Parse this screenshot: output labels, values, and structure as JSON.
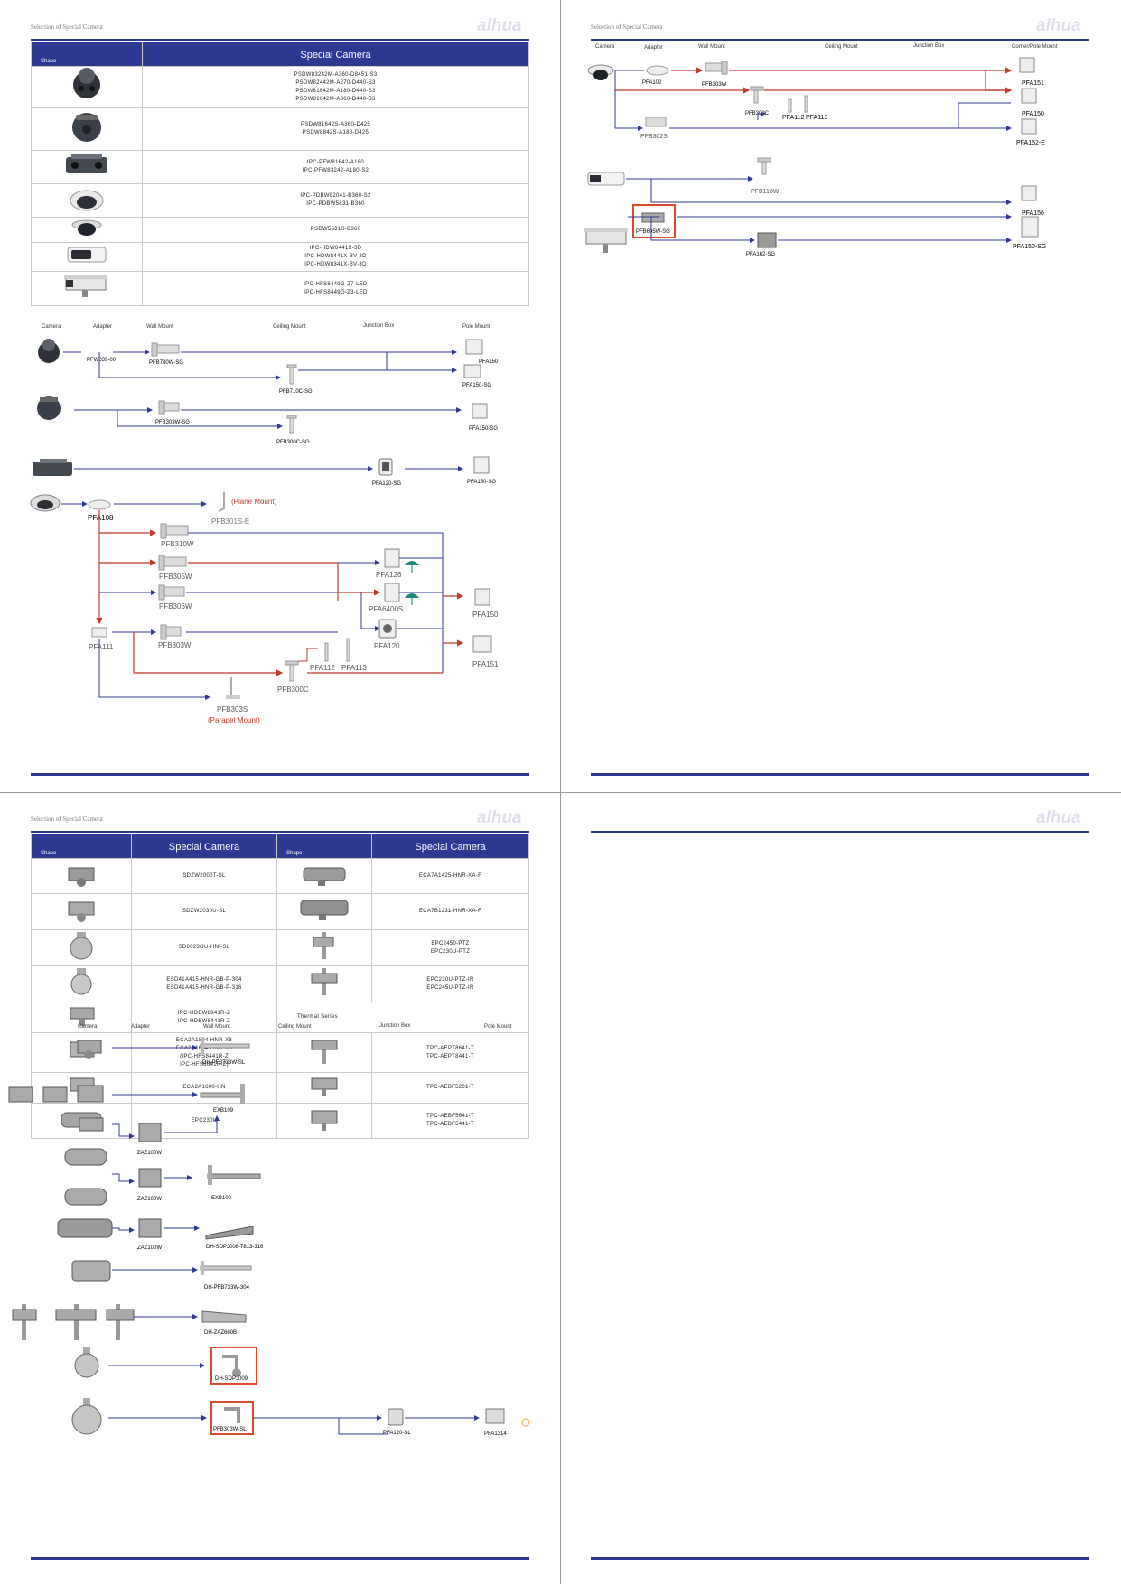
{
  "brand": {
    "logo_text": "alhua",
    "header_text": "Selection of Special Camera"
  },
  "page1": {
    "table_title": "Special Camera",
    "shape_label": "Shape",
    "rows": [
      {
        "models": [
          "PSDW83242M-A360-D8451-S3",
          "PSDW82442M-A270-D440-S3",
          "PSDW81642M-A180-D440-S3",
          "PSDW81642M-A360-D440-S3"
        ]
      },
      {
        "models": [
          "PSDW81642S-A360-D425",
          "PSDW8842S-A180-D425"
        ]
      },
      {
        "models": [
          "IPC-PFW81642-A180",
          "IPC-PFW83242-A180-S2"
        ]
      },
      {
        "models": [
          "IPC-PDBW82041-B360-S2",
          "IPC-PDBW5831-B360"
        ]
      },
      {
        "models": [
          "PSDW5631S-B360"
        ]
      },
      {
        "models": [
          "IPC-HDW8441X-3D",
          "IPC-HDW8441X-BV-3D",
          "IPC-HDW8341X-BV-3D"
        ]
      },
      {
        "models": [
          "IPC-HFS8449G-Z7-LED",
          "IPC-HFS8449G-Z3-LED"
        ]
      }
    ],
    "columns": [
      "Camera",
      "Adapter",
      "Wall Mount",
      "Ceiling Mount",
      "Junction Box",
      "Pole Mount"
    ],
    "labels": {
      "pfw": "PFW039-00",
      "pfb730": "PFB730W-SG",
      "pfb710c": "PFB710C-SG",
      "pfa150": "PFA150",
      "pfa150sg1": "PFA150-SG",
      "pfb303sg": "PFB303W-SG",
      "pfb300csg": "PFB300C-SG",
      "pfa150sg2": "PFA150-SG",
      "pfa120sg": "PFA120-SG",
      "pfa150sg3": "PFA150-SG",
      "pfa108": "PFA108",
      "pfb301": "PFB301S-E",
      "plane": "(Plane Mount)",
      "pfb310": "PFB310W",
      "pfb305": "PFB305W",
      "pfb306": "PFB306W",
      "pfb303": "PFB303W",
      "pfa111": "PFA111",
      "pfa126": "PFA126",
      "pfa6400": "PFA6400S",
      "pfa120": "PFA120",
      "pfa150b": "PFA150",
      "pfa151": "PFA151",
      "pfa112": "PFA112",
      "pfa113": "PFA113",
      "pfb300c": "PFB300C",
      "pfb303s": "PFB303S",
      "parapet": "(Parapet Mount)"
    }
  },
  "page2": {
    "columns": [
      "Camera",
      "Adapter",
      "Wall Mount",
      "Ceiling Mount",
      "Junction Box",
      "Corner/Pole Mount"
    ],
    "labels": {
      "pfa102": "PFA102",
      "pfb303w": "PFB303W",
      "pfa151": "PFA151",
      "pfa150": "PFA150",
      "pfb300c": "PFB300C",
      "pfa112": "PFA112",
      "pfa113": "PFA113",
      "pfb302s": "PFB302S",
      "pfa152": "PFA152-E",
      "pfb110": "PFB110W",
      "pfa156": "PFA156",
      "pfb605": "PFB605W-SG",
      "pfa162": "PFA162-SG",
      "pfa150sg": "PFA150-SG"
    }
  },
  "page3": {
    "table_title": "Special Camera",
    "shape_label": "Shape",
    "left_rows": [
      {
        "models": [
          "SDZW2000T-SL"
        ]
      },
      {
        "models": [
          "SDZW2030U-SL"
        ]
      },
      {
        "models": [
          "SD6023OU-HNI-SL"
        ]
      },
      {
        "models": [
          "ESD41A415-HNR-GB-P-304",
          "ESD41A415-HNR-GB-P-316"
        ]
      },
      {
        "models": [
          "IPC-HDEW8841R-Z",
          "IPC-HDEW8441R-Z"
        ]
      },
      {
        "models": [
          "ECA2A1804-HNR-X8",
          "ECA2A1604-HNR-X8",
          "(IPC-HFS8441R-Z",
          "IPC-HFS8841R-Z)"
        ]
      },
      {
        "models": [
          "ECA2A1600-HN"
        ]
      },
      {
        "models": [
          "EPC230U"
        ]
      }
    ],
    "right_rows": [
      {
        "models": [
          "ECA7A1425-HNR-XA-F"
        ]
      },
      {
        "models": [
          "ECA7B1231-HNR-XA-F"
        ]
      },
      {
        "models": [
          "EPC2450-PTZ",
          "EPC230U-PTZ"
        ]
      },
      {
        "models": [
          "EPC230U-PTZ-IR",
          "EPC245U-PTZ-IR"
        ]
      },
      {
        "models": [
          "Thermal Series"
        ]
      },
      {
        "models": [
          "TPC-AEPT8641-T",
          "TPC-AEPT8441-T"
        ]
      },
      {
        "models": [
          "TPC-AEBF5201-T"
        ]
      },
      {
        "models": [
          "TPC-AEBF5641-T",
          "TPC-AEBF5441-T"
        ]
      }
    ],
    "columns": [
      "Camera",
      "Adapter",
      "Wall Mount",
      "Ceiling Mount",
      "Junction Box",
      "Pole Mount"
    ],
    "labels": {
      "l1": "DH-PFB733W-SL",
      "l2": "EXB109",
      "l3": "ZAZ100W",
      "l4": "ZAZ100W",
      "l5": "EXB100",
      "l6": "ZAZ100W",
      "l7": "DH-SDPJ008-7813-316",
      "l8": "DH-PFB733W-304",
      "l9": "DH-ZAZ660B",
      "l10": "DH-SDPJ009",
      "l11": "PFB303W-SL",
      "l12": "PFA120-SL",
      "l13": "PFA1314"
    }
  },
  "colors": {
    "navy": "#2b3990",
    "red": "#c0392b",
    "highlight": "#d94a2b"
  }
}
